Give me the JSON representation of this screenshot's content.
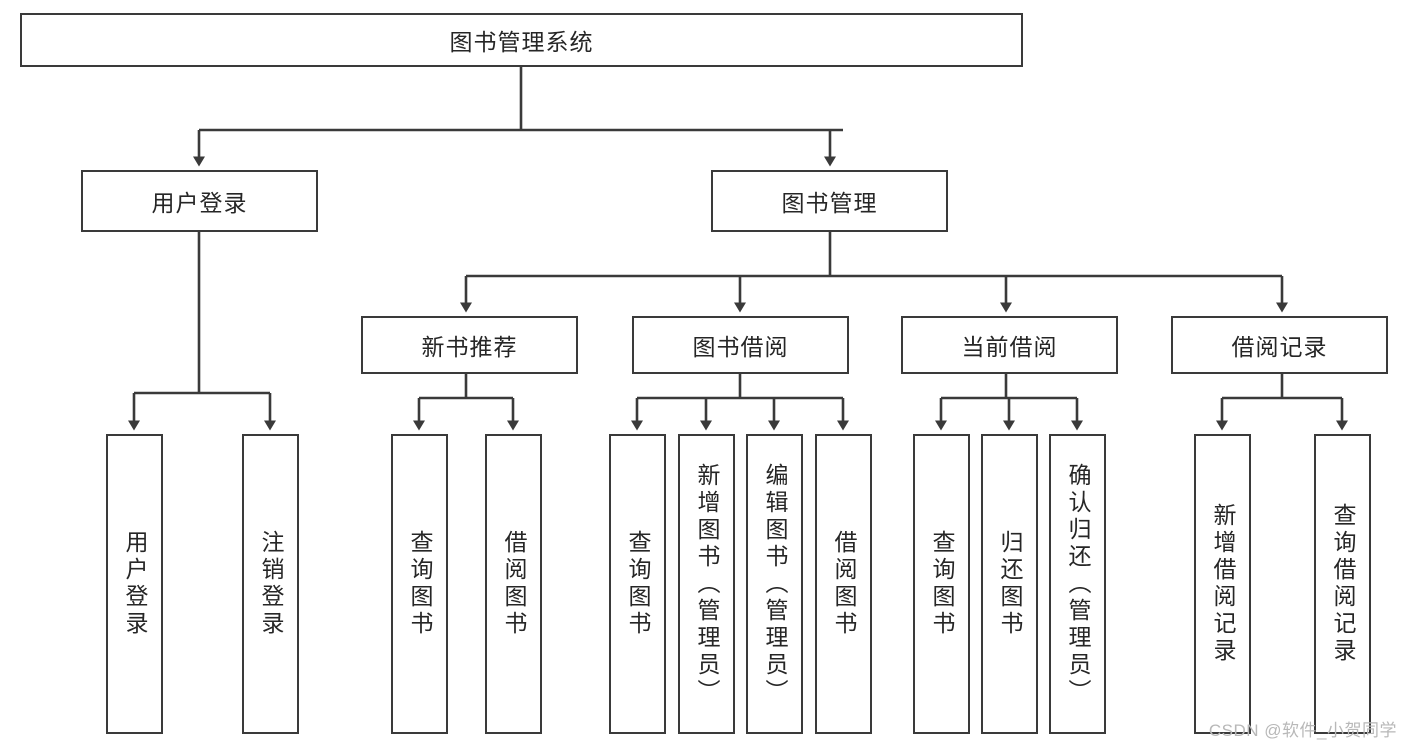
{
  "diagram": {
    "title": "图书管理系统",
    "type": "tree-hierarchy",
    "root": {
      "label": "图书管理系统"
    },
    "level2": [
      {
        "label": "用户登录"
      },
      {
        "label": "图书管理"
      }
    ],
    "level3": [
      {
        "label": "新书推荐",
        "parent": "图书管理"
      },
      {
        "label": "图书借阅",
        "parent": "图书管理"
      },
      {
        "label": "当前借阅",
        "parent": "图书管理"
      },
      {
        "label": "借阅记录",
        "parent": "图书管理"
      }
    ],
    "leaves": [
      {
        "label": "用户登录",
        "parent": "用户登录"
      },
      {
        "label": "注销登录",
        "parent": "用户登录"
      },
      {
        "label": "查询图书",
        "parent": "新书推荐"
      },
      {
        "label": "借阅图书",
        "parent": "新书推荐"
      },
      {
        "label": "查询图书",
        "parent": "图书借阅"
      },
      {
        "label": "新增图书（管理员）",
        "parent": "图书借阅"
      },
      {
        "label": "编辑图书（管理员）",
        "parent": "图书借阅"
      },
      {
        "label": "借阅图书",
        "parent": "图书借阅"
      },
      {
        "label": "查询图书",
        "parent": "当前借阅"
      },
      {
        "label": "归还图书",
        "parent": "当前借阅"
      },
      {
        "label": "确认归还（管理员）",
        "parent": "当前借阅"
      },
      {
        "label": "新增借阅记录",
        "parent": "借阅记录"
      },
      {
        "label": "查询借阅记录",
        "parent": "借阅记录"
      }
    ]
  },
  "watermark": {
    "text": "CSDN @软件_小贺同学"
  },
  "colors": {
    "stroke": "#3a3a3a",
    "text": "#262626",
    "background": "#ffffff",
    "watermark": "#b8b8b8"
  }
}
